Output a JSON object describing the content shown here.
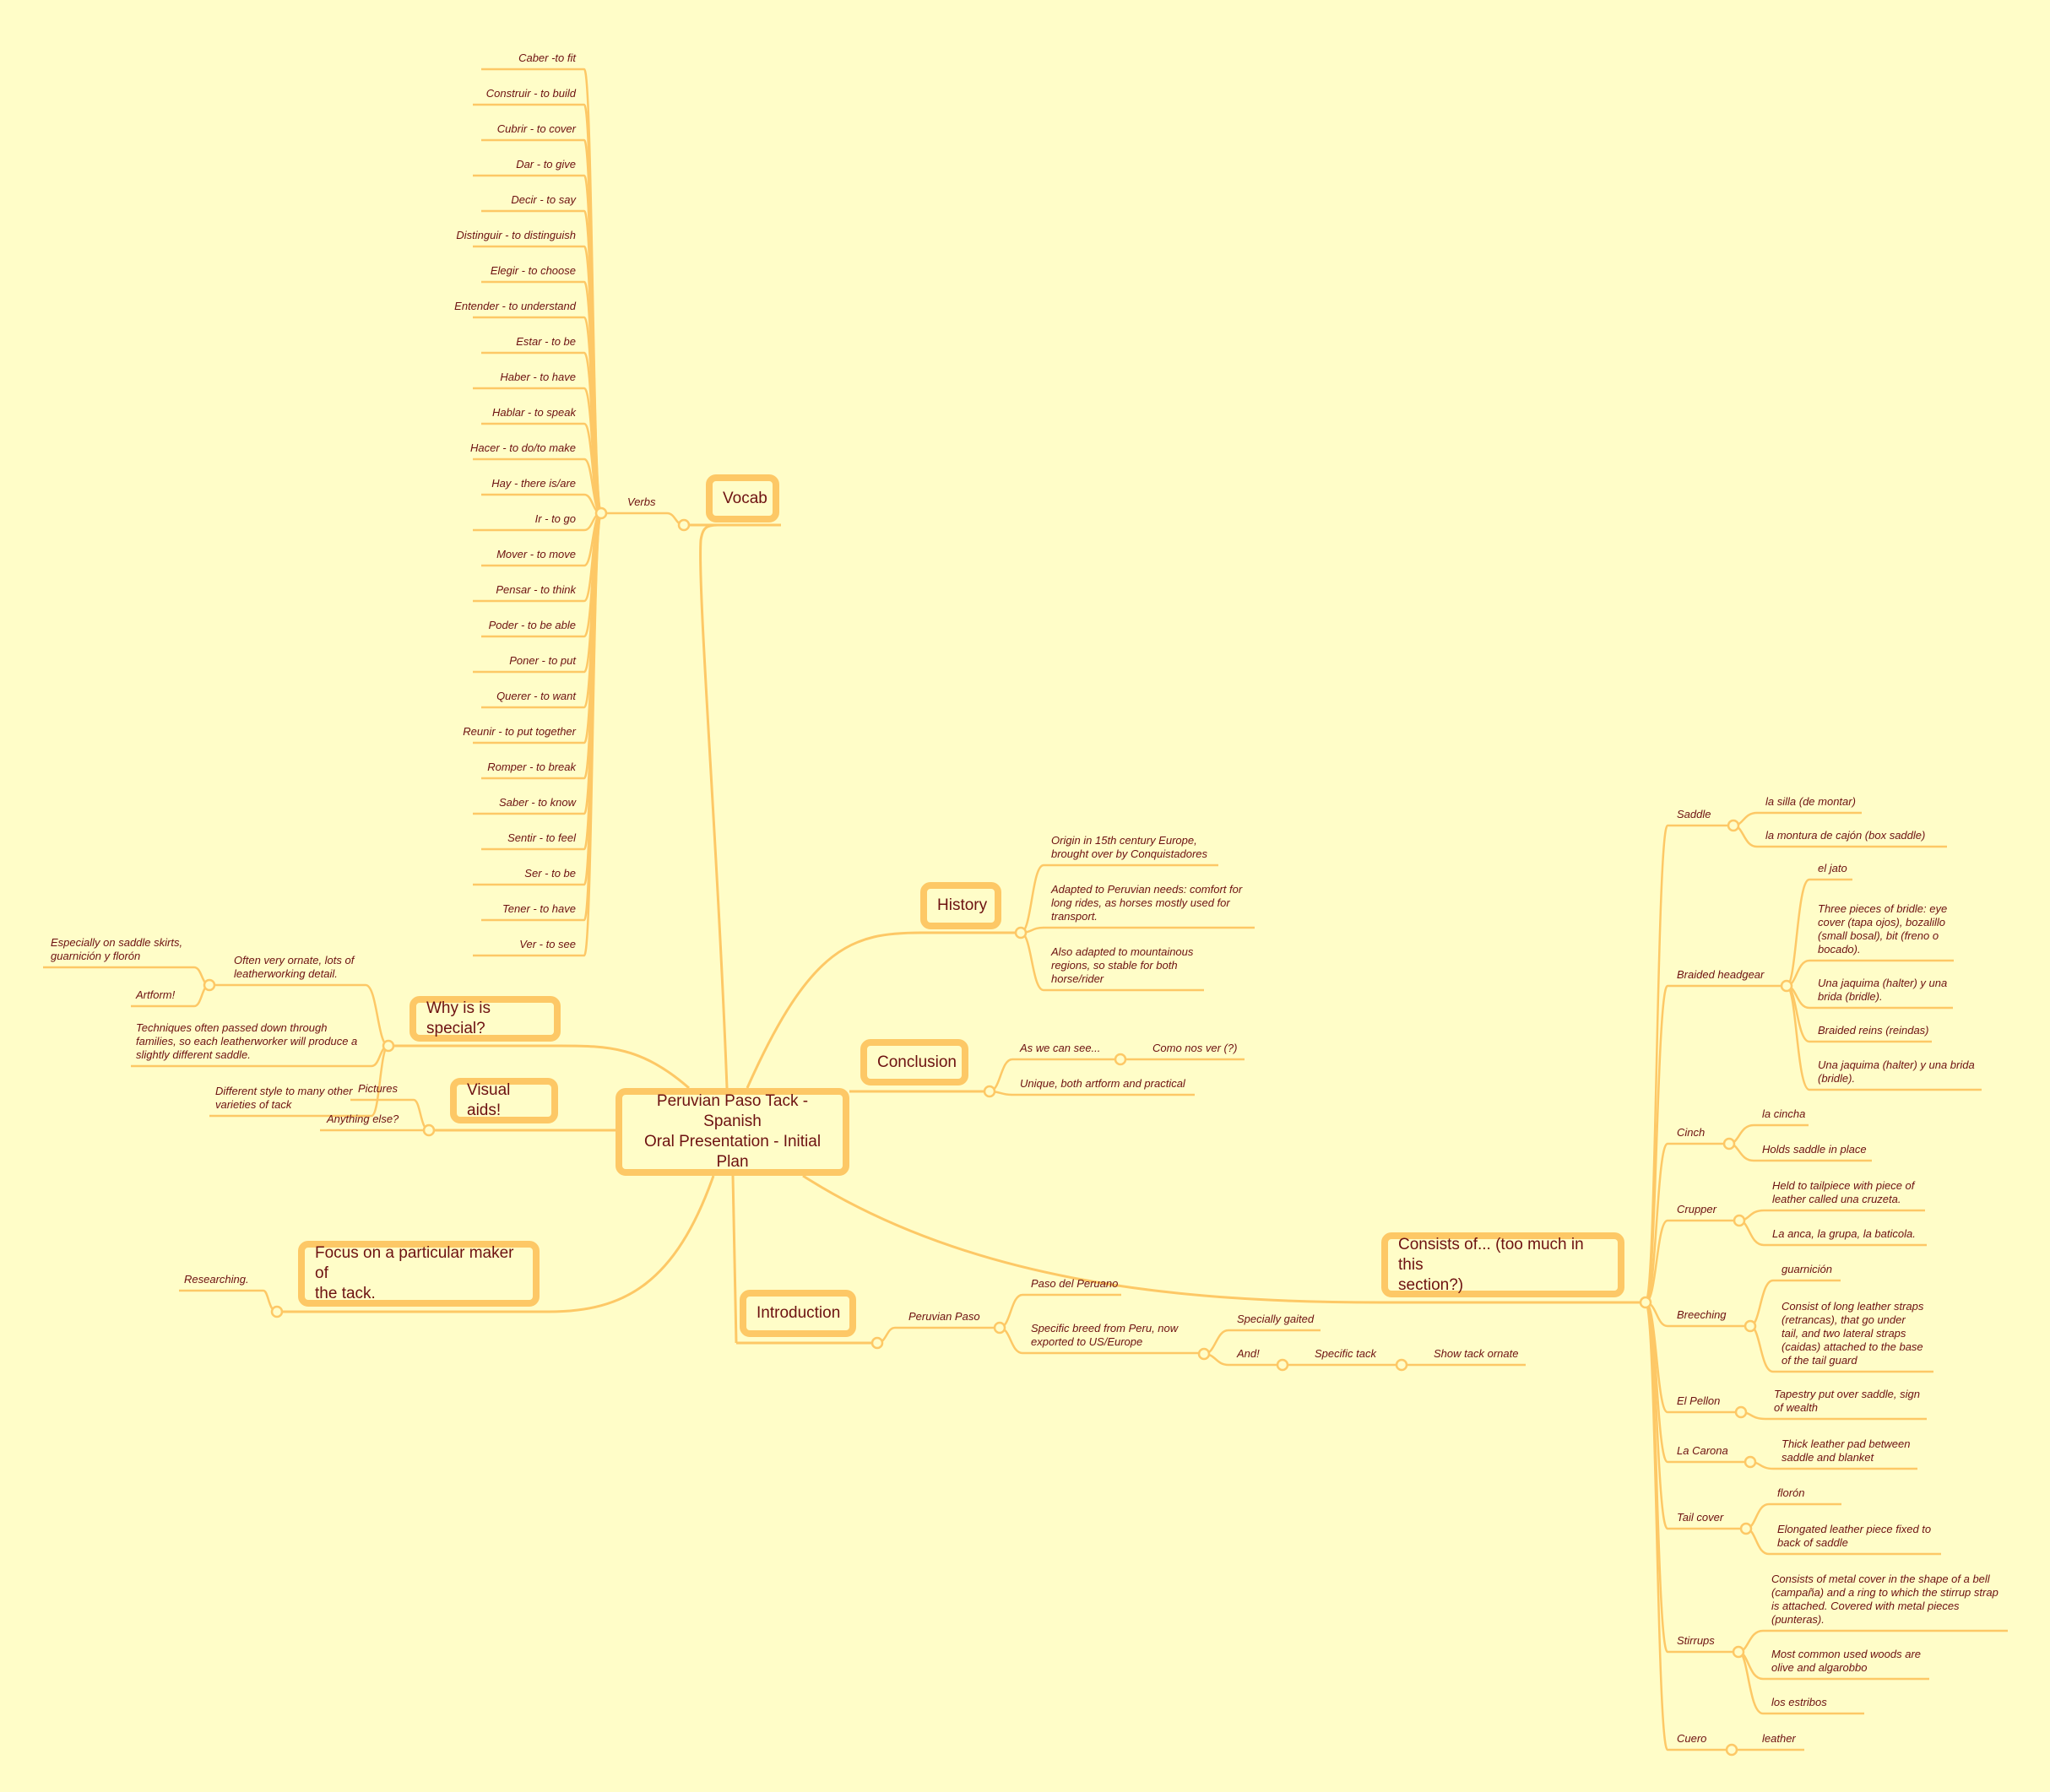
{
  "central": "Peruvian Paso Tack - Spanish\nOral Presentation - Initial\nPlan",
  "colors": {
    "background": "#fffdc8",
    "branch": "#fdc866",
    "text": "#6d1111"
  },
  "vocab": {
    "title": "Vocab",
    "verbs_label": "Verbs",
    "verbs": [
      "Caber -to fit",
      "Construir - to build",
      "Cubrir - to cover",
      "Dar - to give",
      "Decir - to say",
      "Distinguir - to distinguish",
      "Elegir - to choose",
      "Entender - to understand",
      "Estar - to be",
      "Haber - to have",
      "Hablar - to speak",
      "Hacer - to do/to make",
      "Hay - there is/are",
      "Ir - to go",
      "Mover - to move",
      "Pensar - to think",
      "Poder - to be able",
      "Poner - to put",
      "Querer - to want",
      "Reunir - to put together",
      "Romper - to break",
      "Saber - to know",
      "Sentir - to feel",
      "Ser - to be",
      "Tener - to have",
      "Ver - to see"
    ]
  },
  "history": {
    "title": "History",
    "items": [
      "Origin in 15th century Europe,\nbrought over by Conquistadores",
      "Adapted to Peruvian needs: comfort for\nlong rides, as horses mostly used for\ntransport.",
      "Also adapted to mountainous\nregions, so stable for both\nhorse/rider"
    ]
  },
  "conclusion": {
    "title": "Conclusion",
    "as_we_can_see": "As we can see...",
    "como": "Como nos ver (?)",
    "unique": "Unique, both artform and practical"
  },
  "why_special": {
    "title": "Why is is special?",
    "ornate": "Often very ornate, lots of\nleatherworking detail.",
    "especially": "Especially on saddle skirts,\n guarnición y florón",
    "artform": "Artform!",
    "techniques": "Techniques often passed down through\nfamilies, so each leatherworker will produce a\nslightly different saddle.",
    "different": "Different style to many other\nvarieties of tack"
  },
  "visual_aids": {
    "title": "Visual aids!",
    "pictures": "Pictures",
    "anything_else": "Anything else?"
  },
  "focus": {
    "title": "Focus on a particular maker of\nthe tack.",
    "researching": "Researching."
  },
  "introduction": {
    "title": "Introduction",
    "peruvian_paso": "Peruvian Paso",
    "paso_del_peruano": "Paso del Peruano",
    "specific_breed": "Specific breed from Peru, now\nexported to US/Europe",
    "specially_gaited": "Specially gaited",
    "and": "And!",
    "specific_tack": "Specific tack",
    "show_tack_ornate": "Show tack ornate"
  },
  "consists": {
    "title": "Consists of... (too much in this\nsection?)",
    "parts": [
      {
        "label": "Saddle",
        "children": [
          "la silla (de montar)",
          "la montura de cajón (box saddle)"
        ]
      },
      {
        "label": "Braided headgear",
        "children": [
          "el jato",
          "Three pieces of bridle: eye\ncover (tapa ojos), bozalillo\n(small bosal), bit (freno o\nbocado).",
          "Una jaquima (halter) y una\nbrida (bridle).",
          "Braided reins (reindas)",
          "Una jaquima (halter) y una brida\n(bridle)."
        ]
      },
      {
        "label": "Cinch",
        "children": [
          "la cincha",
          "Holds saddle in place"
        ]
      },
      {
        "label": "Crupper",
        "children": [
          "Held to tailpiece with piece of\nleather called una cruzeta.",
          "La anca, la grupa, la baticola."
        ]
      },
      {
        "label": "Breeching",
        "children": [
          "guarnición",
          "Consist of long leather straps\n(retrancas), that go under\ntail, and two lateral straps\n(caidas) attached to the base\nof the tail guard"
        ]
      },
      {
        "label": "El Pellon",
        "children": [
          "Tapestry put over saddle, sign\nof wealth"
        ]
      },
      {
        "label": "La Carona",
        "children": [
          "Thick leather pad between\nsaddle and blanket"
        ]
      },
      {
        "label": "Tail cover",
        "children": [
          "florón",
          "Elongated leather piece fixed to\nback of saddle"
        ]
      },
      {
        "label": "Stirrups",
        "children": [
          "Consists of metal cover in the shape of a bell\n(campaña) and a ring to which the stirrup strap\nis attached. Covered with metal pieces\n(punteras).",
          "Most common used woods are\nolive and algarobbo",
          "los estribos"
        ]
      },
      {
        "label": "Cuero",
        "children": [
          "leather"
        ]
      }
    ]
  }
}
